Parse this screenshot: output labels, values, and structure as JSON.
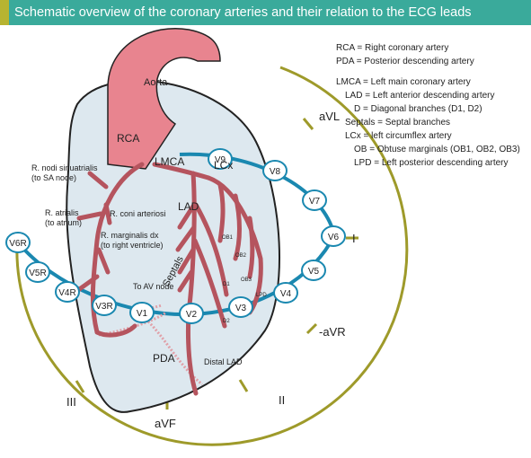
{
  "title": "Schematic overview of the coronary arteries and their relation to the ECG leads",
  "colors": {
    "title_bg": "#3aaa9b",
    "title_accent": "#b7b431",
    "aorta": "#e8848f",
    "artery": "#b5545e",
    "heart_fill": "#dde8ef",
    "lead_ring": "#1a88b0",
    "limb_arc": "#9e9a2a",
    "dotted_artery": "#e0a0a8"
  },
  "diagram": {
    "aorta_label": "Aorta",
    "rca_label": "RCA",
    "lmca_label": "LMCA",
    "lad_label": "LAD",
    "lcx_label": "LCx",
    "septals_label": "Septals",
    "pda_label": "PDA",
    "distal_lad_label": "Distal LAD",
    "to_av_node_label": "To AV node",
    "sa_node_line1": "R. nodi sinuatrialis",
    "sa_node_line2": "(to SA node)",
    "atrialis_line1": "R. atrialis",
    "atrialis_line2": "(to atrium)",
    "coni_label": "R. coni arteriosi",
    "marginalis_line1": "R. marginalis dx",
    "marginalis_line2": "(to right ventricle)",
    "branch_labels": {
      "ob1": "OB1",
      "ob2": "OB2",
      "ob3": "OB3",
      "lpd": "LPD",
      "d1": "D1",
      "d2": "D2"
    },
    "precordial_leads": [
      "V6R",
      "V5R",
      "V4R",
      "V3R",
      "V1",
      "V2",
      "V3",
      "V4",
      "V5",
      "V6",
      "V7",
      "V8",
      "V9"
    ],
    "limb_leads": {
      "avl": "aVL",
      "i": "I",
      "minus_avr": "-aVR",
      "ii": "II",
      "avf": "aVF",
      "iii": "III"
    }
  },
  "legend": [
    "RCA = Right coronary artery",
    "PDA = Posterior descending artery",
    "LMCA = Left main coronary artery",
    "LAD = Left anterior descending artery",
    "D = Diagonal branches (D1, D2)",
    "Septals = Septal branches",
    "LCx = left circumflex artery",
    "OB = Obtuse marginals (OB1, OB2, OB3)",
    "LPD = Left posterior descending artery"
  ]
}
